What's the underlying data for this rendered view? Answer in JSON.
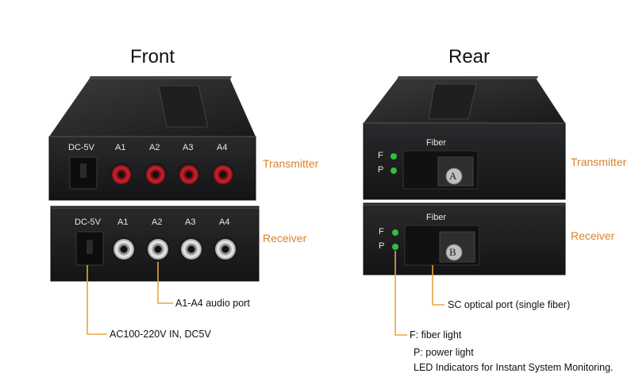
{
  "headings": {
    "front": "Front",
    "rear": "Rear"
  },
  "side_labels": {
    "transmitter": "Transmitter",
    "receiver": "Receiver"
  },
  "front_panel": {
    "dc_label": "DC-5V",
    "ports": [
      "A1",
      "A2",
      "A3",
      "A4"
    ]
  },
  "rear_panel": {
    "fiber_label": "Fiber",
    "led_f": "F",
    "led_p": "P",
    "port_a": "A",
    "port_b": "B"
  },
  "callouts": {
    "audio_port": "A1-A4 audio port",
    "power_in": "AC100-220V IN, DC5V",
    "sc_port": "SC optical port (single fiber)",
    "fiber_light": "F: fiber light",
    "power_light": "P: power light",
    "led_note": "LED Indicators for Instant System Monitoring."
  },
  "colors": {
    "accent_label": "#d9822b",
    "callout_line": "#e8a83a",
    "rca_red": "#c0202a",
    "rca_white": "#d8d8d8",
    "led_green": "#2fbf3a",
    "case_dark": "#1c1c1e"
  }
}
